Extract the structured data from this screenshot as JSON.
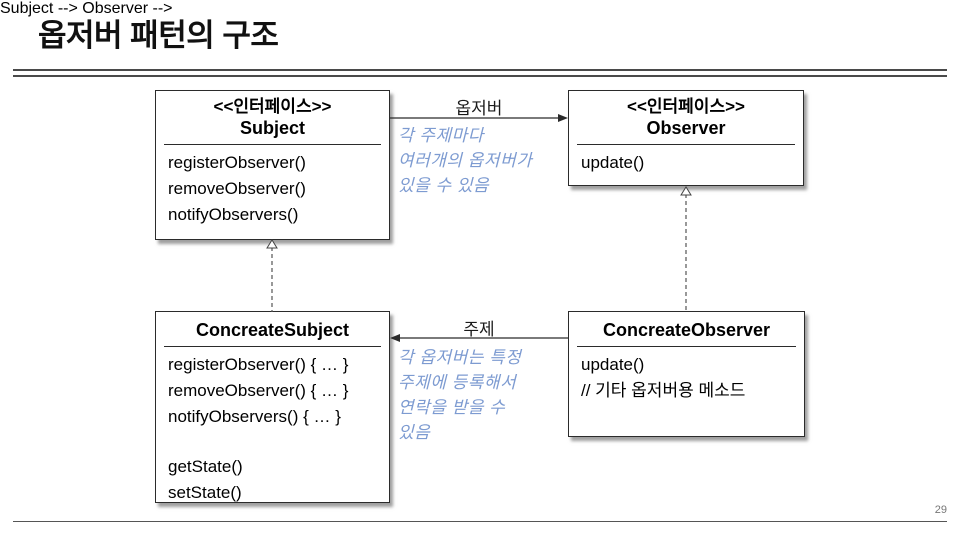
{
  "slide": {
    "title": "옵저버 패턴의 구조",
    "page_number": "29"
  },
  "colors": {
    "annotation_blue": "#7d9bd1",
    "box_border": "#2b2b2b",
    "line_gray": "#555555"
  },
  "boxes": {
    "subject": {
      "stereotype": "<<인터페이스>>",
      "name": "Subject",
      "methods": [
        "registerObserver()",
        "removeObserver()",
        "notifyObservers()"
      ]
    },
    "observer": {
      "stereotype": "<<인터페이스>>",
      "name": "Observer",
      "methods": [
        "update()"
      ]
    },
    "concreate_subject": {
      "name": "ConcreateSubject",
      "methods": [
        "registerObserver() { … }",
        "removeObserver() { … }",
        "notifyObservers() { … }"
      ],
      "state_methods": [
        "getState()",
        "setState()"
      ]
    },
    "concreate_observer": {
      "name": "ConcreateObserver",
      "methods": [
        "update()",
        "// 기타 옵저버용 메소드"
      ]
    }
  },
  "arrows": {
    "top_label": "옵저버",
    "bottom_label": "주제"
  },
  "annotations": {
    "top": {
      "line1": "각 주제마다",
      "line2": "여러개의 옵저버가",
      "line3": "있을 수 있음"
    },
    "bottom": {
      "line1": "각 옵저버는 특정",
      "line2": "주제에 등록해서",
      "line3": "연락을 받을 수",
      "line4": "있음"
    }
  }
}
